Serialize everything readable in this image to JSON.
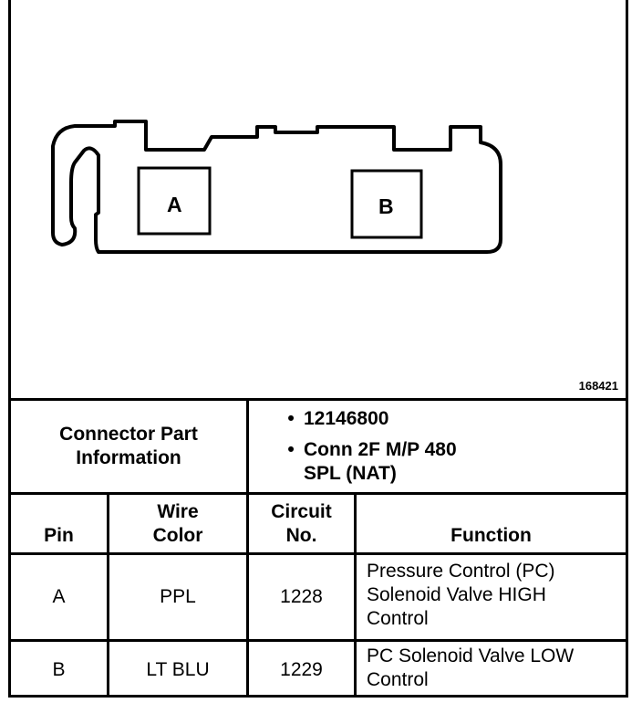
{
  "figure": {
    "id": "168421",
    "pins": [
      "A",
      "B"
    ]
  },
  "part_info": {
    "label_line1": "Connector Part",
    "label_line2": "Information",
    "items": [
      {
        "line1": "12146800"
      },
      {
        "line1": "Conn 2F M/P 480",
        "line2": "SPL (NAT)"
      }
    ]
  },
  "table": {
    "headers": {
      "pin": "Pin",
      "wire_line1": "Wire",
      "wire_line2": "Color",
      "circuit_line1": "Circuit",
      "circuit_line2": "No.",
      "function": "Function"
    },
    "rows": [
      {
        "pin": "A",
        "wire": "PPL",
        "circuit": "1228",
        "function_lines": [
          "Pressure Control (PC)",
          "Solenoid Valve HIGH",
          "Control"
        ]
      },
      {
        "pin": "B",
        "wire": "LT BLU",
        "circuit": "1229",
        "function_lines": [
          "PC Solenoid Valve LOW",
          "Control"
        ]
      }
    ]
  }
}
